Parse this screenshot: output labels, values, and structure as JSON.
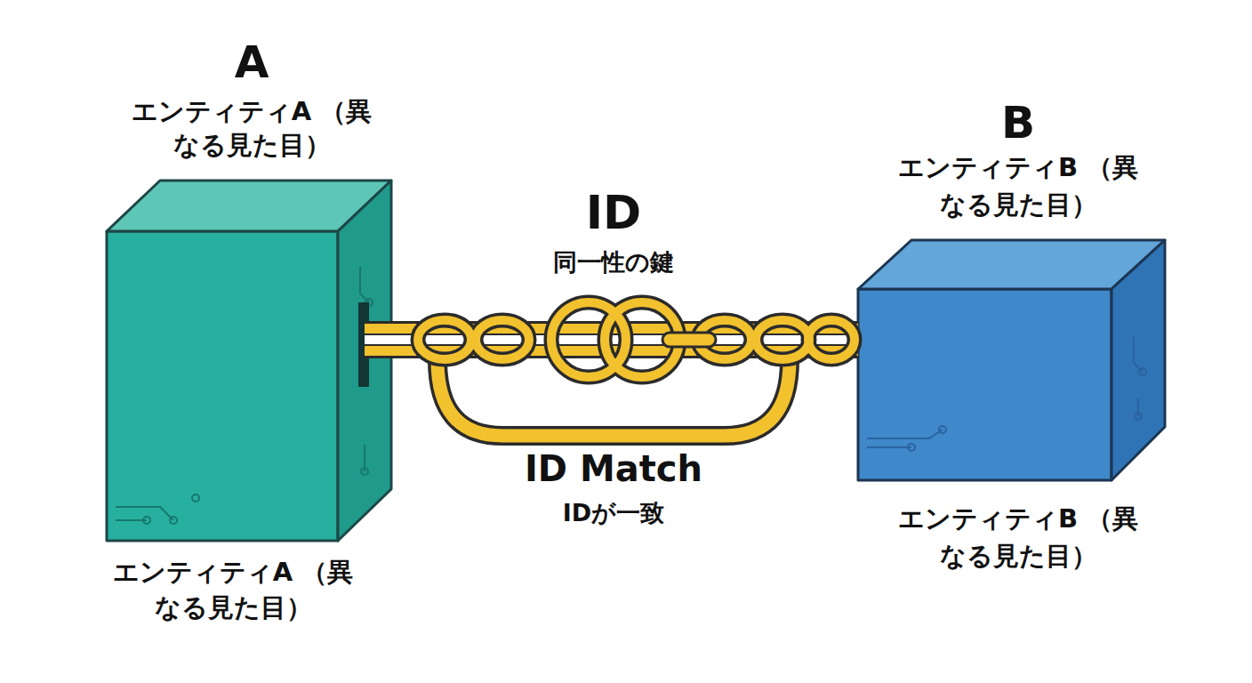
{
  "diagram": {
    "nodes": [
      {
        "text": [
          "A",
          "エンティティA （異なる見た目）",
          "エンティティA （異なる見た目）"
        ]
      },
      {
        "text": [
          "B",
          "エンティティB （異なる見た目）",
          "エンティティB （異なる見た目）"
        ]
      }
    ],
    "edges": [
      {
        "from": 0,
        "to": 1,
        "arrow": "none"
      }
    ],
    "labels": [
      "ID",
      "同一性の鍵",
      "ID Match",
      "IDが一致"
    ]
  }
}
